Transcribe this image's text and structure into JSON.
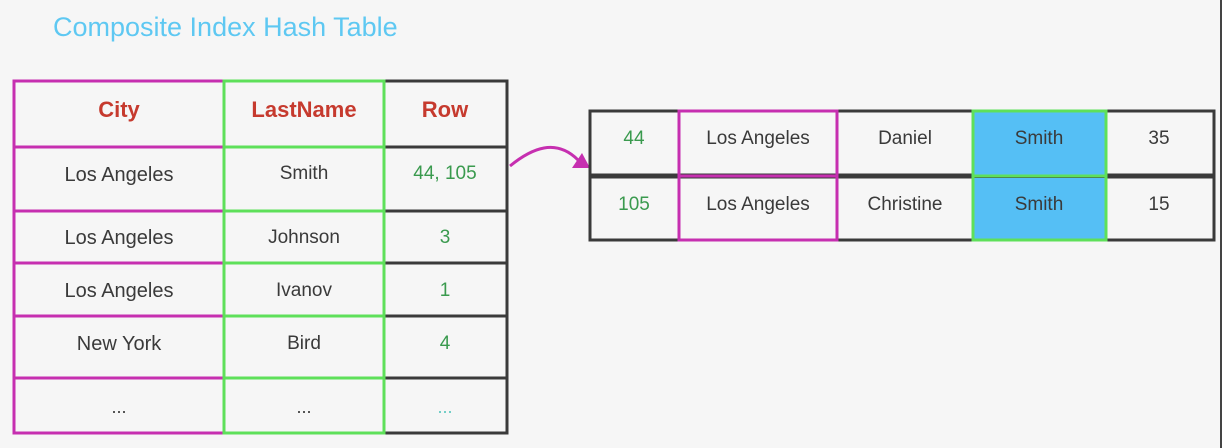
{
  "title": "Composite Index Hash Table",
  "index_table": {
    "headers": [
      "City",
      "LastName",
      "Row"
    ],
    "rows": [
      {
        "city": "Los Angeles",
        "lastname": "Smith",
        "row": "44, 105"
      },
      {
        "city": "Los Angeles",
        "lastname": "Johnson",
        "row": "3"
      },
      {
        "city": "Los Angeles",
        "lastname": "Ivanov",
        "row": "1"
      },
      {
        "city": "New York",
        "lastname": "Bird",
        "row": "4"
      },
      {
        "city": "...",
        "lastname": "...",
        "row": "..."
      }
    ]
  },
  "data_table": {
    "rows": [
      {
        "id": "44",
        "city": "Los Angeles",
        "firstname": "Daniel",
        "lastname": "Smith",
        "value": "35"
      },
      {
        "id": "105",
        "city": "Los Angeles",
        "firstname": "Christine",
        "lastname": "Smith",
        "value": "15"
      }
    ]
  },
  "colors": {
    "city": "#c62fb0",
    "lastname": "#5ee05a",
    "row": "#3a3a3a",
    "header_text": "#c63a2e",
    "row_text": "#3a9a4e",
    "highlight": "#55bff5",
    "title": "#5ec8f2",
    "arrow": "#c62fb0"
  }
}
